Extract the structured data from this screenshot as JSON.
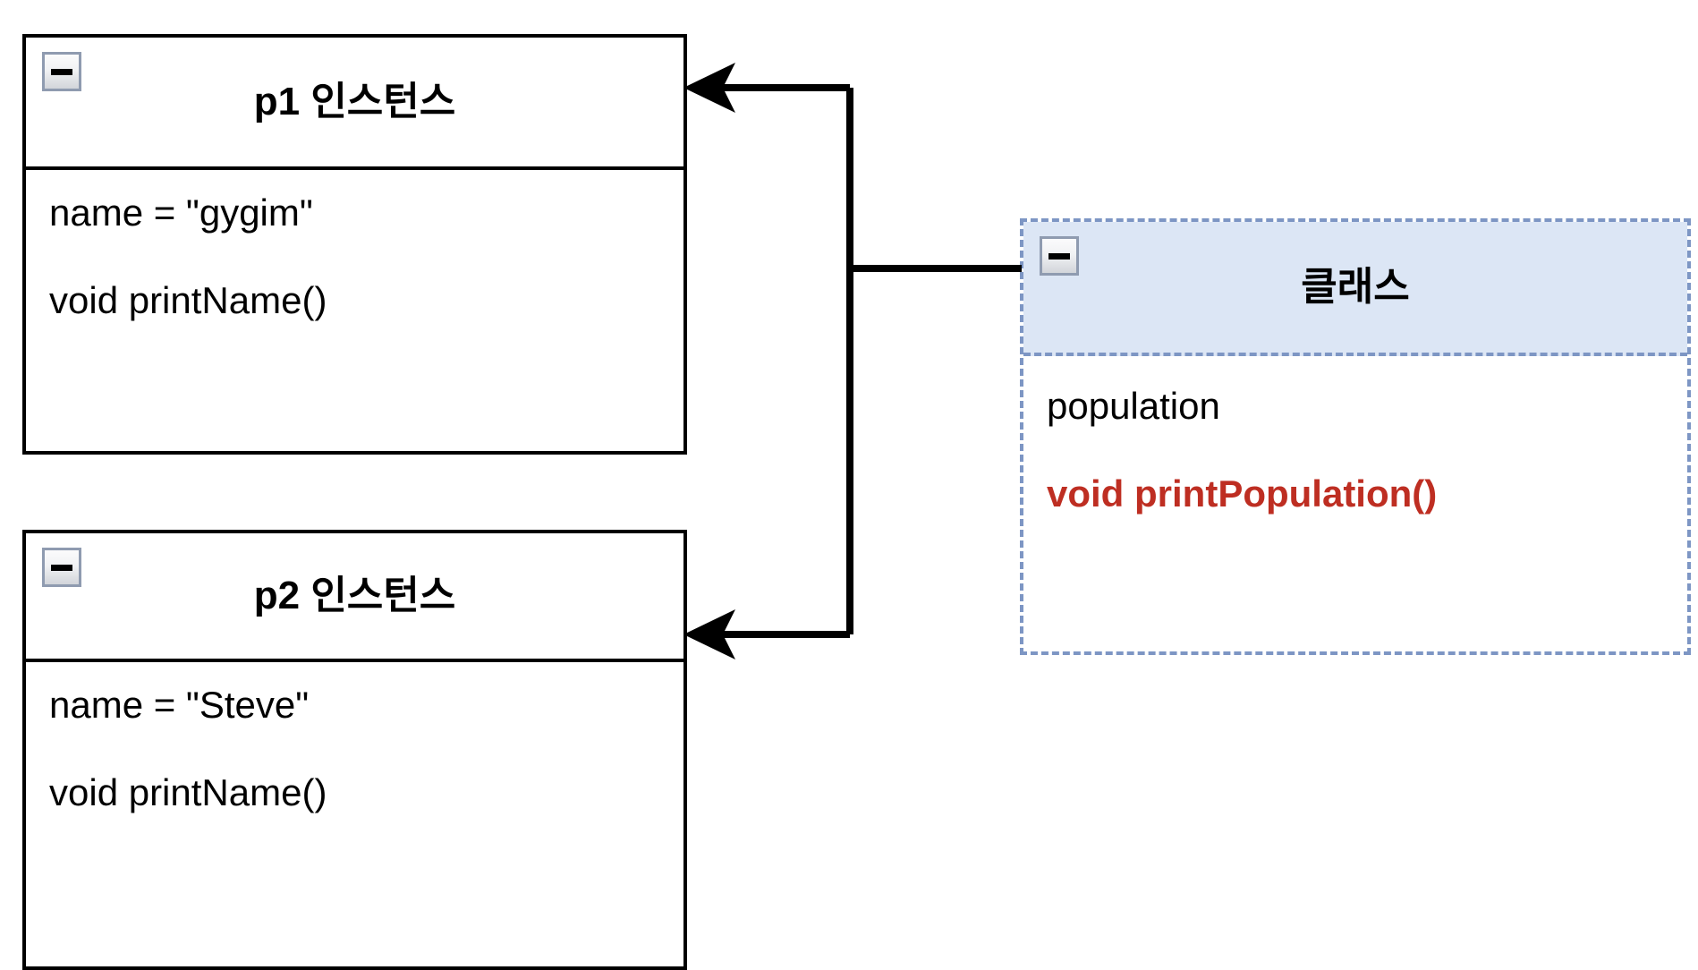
{
  "diagram": {
    "title_language": "ko",
    "colors": {
      "box_border_solid": "#000000",
      "class_border_dashed": "#7D96C4",
      "class_header_fill": "#DCE6F5",
      "highlight_text": "#BE2E22",
      "connector": "#000000",
      "background": "#FFFFFF"
    },
    "instances": [
      {
        "id": "p1",
        "title": "p1 인스턴스",
        "collapse_icon": "minus-icon",
        "members": [
          {
            "text": "name = \"gygim\"",
            "emphasis": false
          },
          {
            "text": "void printName()",
            "emphasis": false
          }
        ]
      },
      {
        "id": "p2",
        "title": "p2 인스턴스",
        "collapse_icon": "minus-icon",
        "members": [
          {
            "text": "name = \"Steve\"",
            "emphasis": false
          },
          {
            "text": "void printName()",
            "emphasis": false
          }
        ]
      }
    ],
    "class_box": {
      "id": "class",
      "title": "클래스",
      "collapse_icon": "minus-icon",
      "members": [
        {
          "text": "population",
          "emphasis": false
        },
        {
          "text": "void printPopulation()",
          "emphasis": true
        }
      ]
    },
    "connectors": [
      {
        "from": "class",
        "to": "p1",
        "arrow": "open-arrow-left"
      },
      {
        "from": "class",
        "to": "p2",
        "arrow": "open-arrow-left"
      }
    ]
  }
}
